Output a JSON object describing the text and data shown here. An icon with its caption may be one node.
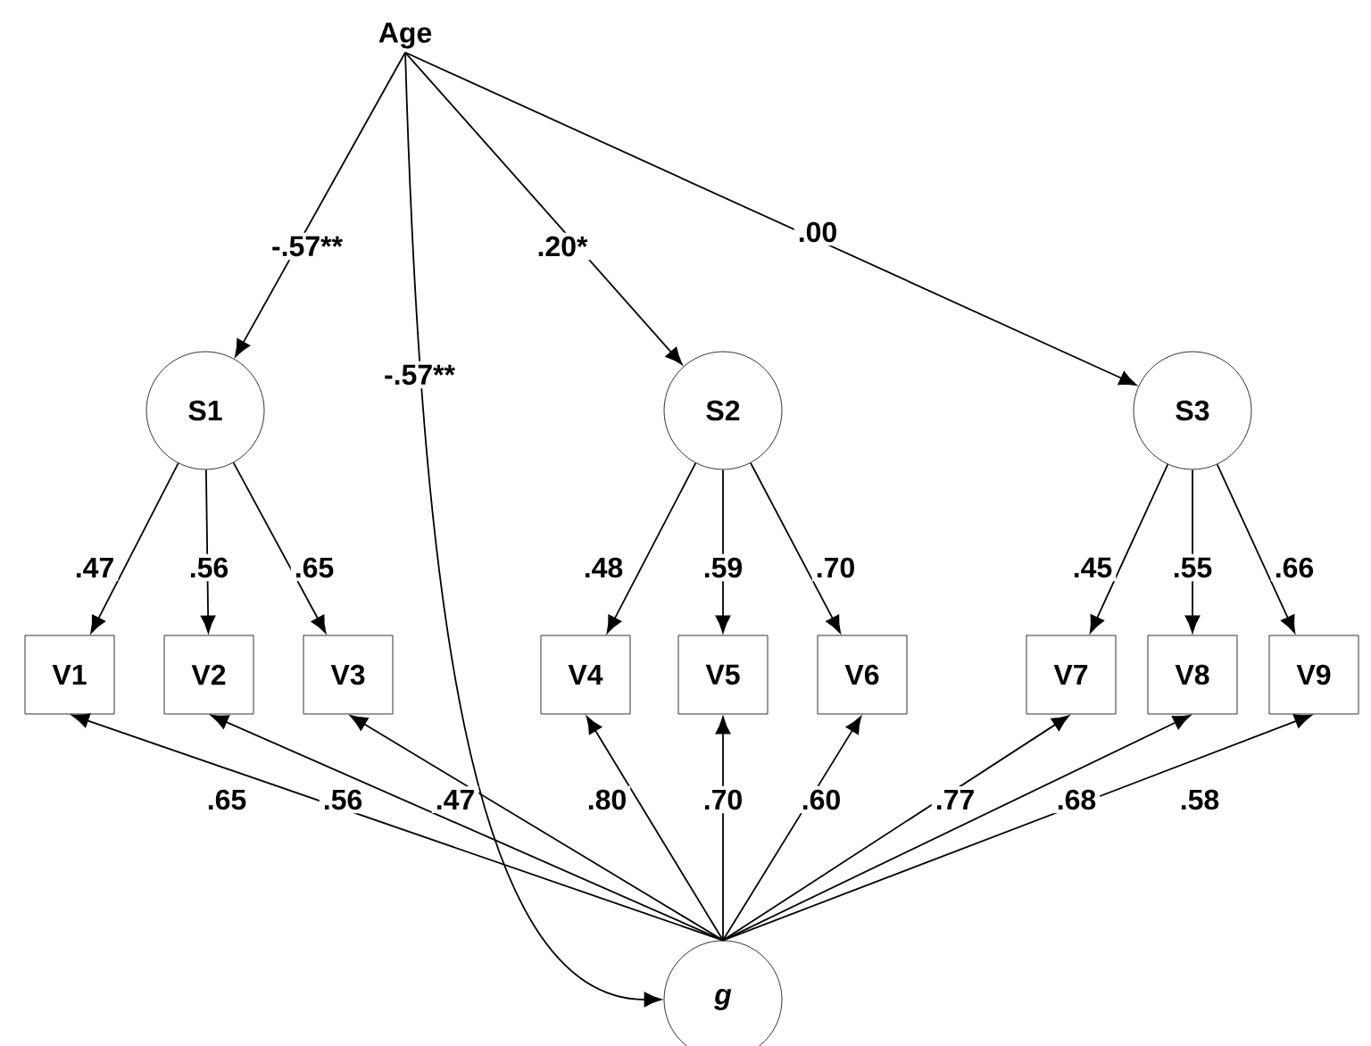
{
  "diagram": {
    "nodes": [
      {
        "text": [
          "Age"
        ]
      },
      {
        "text": [
          "S1"
        ]
      },
      {
        "text": [
          "S2"
        ]
      },
      {
        "text": [
          "S3"
        ]
      },
      {
        "text": [
          "V1"
        ]
      },
      {
        "text": [
          "V2"
        ]
      },
      {
        "text": [
          "V3"
        ]
      },
      {
        "text": [
          "V4"
        ]
      },
      {
        "text": [
          "V5"
        ]
      },
      {
        "text": [
          "V6"
        ]
      },
      {
        "text": [
          "V7"
        ]
      },
      {
        "text": [
          "V8"
        ]
      },
      {
        "text": [
          "V9"
        ]
      },
      {
        "text": [
          "g"
        ]
      }
    ],
    "edges": [
      {
        "from": 0,
        "to": 1,
        "arrow": "to",
        "label": "-.57**"
      },
      {
        "from": 0,
        "to": 13,
        "arrow": "to",
        "label": "-.57**"
      },
      {
        "from": 0,
        "to": 2,
        "arrow": "to",
        "label": ".20*"
      },
      {
        "from": 0,
        "to": 3,
        "arrow": "to",
        "label": ".00"
      },
      {
        "from": 1,
        "to": 4,
        "arrow": "to",
        "label": ".47"
      },
      {
        "from": 1,
        "to": 5,
        "arrow": "to",
        "label": ".56"
      },
      {
        "from": 1,
        "to": 6,
        "arrow": "to",
        "label": ".65"
      },
      {
        "from": 2,
        "to": 7,
        "arrow": "to",
        "label": ".48"
      },
      {
        "from": 2,
        "to": 8,
        "arrow": "to",
        "label": ".59"
      },
      {
        "from": 2,
        "to": 9,
        "arrow": "to",
        "label": ".70"
      },
      {
        "from": 3,
        "to": 10,
        "arrow": "to",
        "label": ".45"
      },
      {
        "from": 3,
        "to": 11,
        "arrow": "to",
        "label": ".55"
      },
      {
        "from": 3,
        "to": 12,
        "arrow": "to",
        "label": ".66"
      },
      {
        "from": 13,
        "to": 4,
        "arrow": "to",
        "label": ".65"
      },
      {
        "from": 13,
        "to": 5,
        "arrow": "to",
        "label": ".56"
      },
      {
        "from": 13,
        "to": 6,
        "arrow": "to",
        "label": ".47"
      },
      {
        "from": 13,
        "to": 7,
        "arrow": "to",
        "label": ".80"
      },
      {
        "from": 13,
        "to": 8,
        "arrow": "to",
        "label": ".70"
      },
      {
        "from": 13,
        "to": 9,
        "arrow": "to",
        "label": ".60"
      },
      {
        "from": 13,
        "to": 10,
        "arrow": "to",
        "label": ".77"
      },
      {
        "from": 13,
        "to": 11,
        "arrow": "to",
        "label": ".68"
      },
      {
        "from": 13,
        "to": 12,
        "arrow": "to",
        "label": ".58"
      }
    ]
  }
}
